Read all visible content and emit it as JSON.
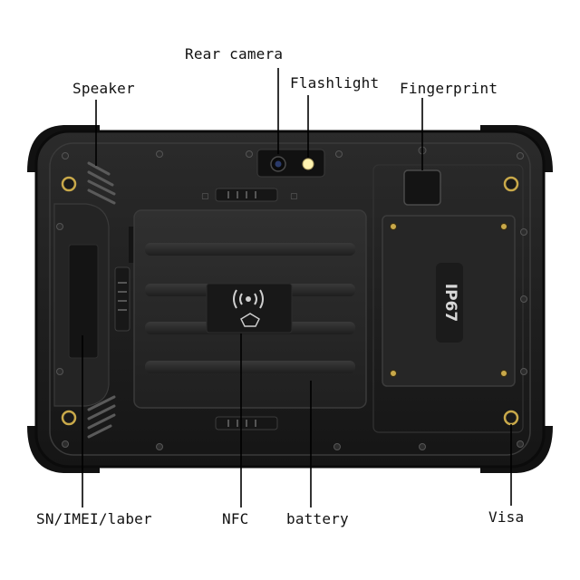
{
  "labels": {
    "rear_camera": "Rear camera",
    "flashlight": "Flashlight",
    "speaker": "Speaker",
    "fingerprint": "Fingerprint",
    "sn_imei": "SN/IMEI/laber",
    "nfc": "NFC",
    "battery": "battery",
    "visa": "Visa"
  },
  "device": {
    "ip_badge": "IP67",
    "nfc_icon": "nfc-contactless-icon"
  },
  "colors": {
    "body": "#1c1c1c",
    "panel": "#262626",
    "outline": "#3a3a3a",
    "screw_ring": "#c9a94a",
    "flash": "#fff3b0",
    "label_text": "#111111",
    "leader_line": "#000000"
  }
}
